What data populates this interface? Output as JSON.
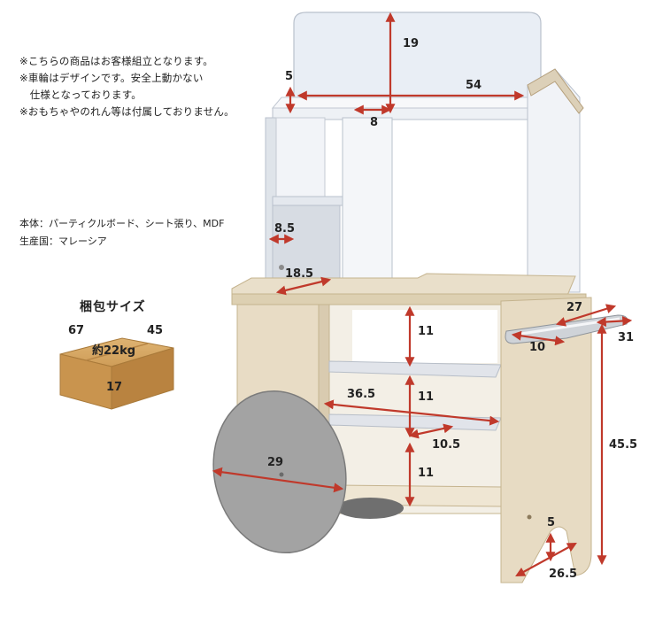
{
  "notes": [
    "※こちらの商品はお客様組立となります。",
    "※車輪はデザインです。安全上動かない",
    "　仕様となっております。",
    "※おもちゃやのれん等は付属しておりません。"
  ],
  "specs": {
    "material": "本体：パーティクルボード、シート張り、MDF",
    "origin": "生産国：マレーシア"
  },
  "package": {
    "title": "梱包サイズ",
    "width": "67",
    "depth": "45",
    "height": "17",
    "weight": "約22kg"
  },
  "dimensions": {
    "sign_height": "19",
    "top_width": "54",
    "top_edge": "5",
    "divider_offset": "8",
    "small_shelf_height": "8.5",
    "inner_depth": "18.5",
    "handle_length": "27",
    "handle_depth": "31",
    "handle_offset": "10",
    "shelf1_height": "11",
    "shelf2_height": "11",
    "shelf3_height": "11",
    "shelf_width": "36.5",
    "shelf_depth": "10.5",
    "wheel_diameter": "29",
    "total_height": "45.5",
    "foot_height": "5",
    "base_depth": "26.5"
  },
  "colors": {
    "dimension_arrow": "#c0392b",
    "wood": "#e7dcc6",
    "white_panel": "#f4f6f9",
    "wheel": "#a4a4a4",
    "box": "#c99a55"
  }
}
